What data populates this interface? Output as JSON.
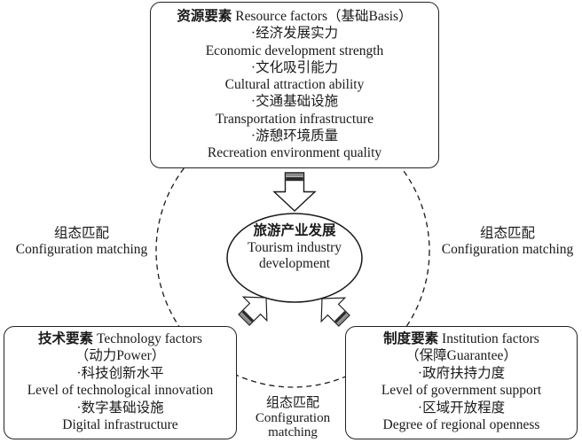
{
  "colors": {
    "line": "#1a1a1a",
    "box_border": "#222222",
    "stripe_light": "#8a8a8a",
    "stripe_dark": "#2b2b2b",
    "background": "#ffffff"
  },
  "center_ellipse": {
    "title_zh": "旅游产业发展",
    "title_en_1": "Tourism industry",
    "title_en_2": "development"
  },
  "resource_box": {
    "heading_zh": "资源要素",
    "heading_en": " Resource factors（基础Basis）",
    "lines": [
      "·经济发展实力",
      "Economic development strength",
      "·文化吸引能力",
      "Cultural attraction ability",
      "·交通基础设施",
      "Transportation infrastructure",
      "·游憩环境质量",
      "Recreation environment quality"
    ]
  },
  "technology_box": {
    "heading_zh": "技术要素",
    "heading_en": " Technology factors",
    "subheading": "（动力Power）",
    "lines": [
      "·科技创新水平",
      "Level of technological innovation",
      "·数字基础设施",
      "Digital infrastructure"
    ]
  },
  "institution_box": {
    "heading_zh": "制度要素",
    "heading_en": " Institution factors",
    "subheading": "（保障Guarantee）",
    "lines": [
      "·政府扶持力度",
      "Level of government support",
      "·区域开放程度",
      "Degree of regional openness"
    ]
  },
  "labels": {
    "left": {
      "zh": "组态匹配",
      "en": "Configuration matching"
    },
    "right": {
      "zh": "组态匹配",
      "en": "Configuration matching"
    },
    "bottom": {
      "zh": "组态匹配",
      "en_1": "Configuration",
      "en_2": "matching"
    }
  }
}
